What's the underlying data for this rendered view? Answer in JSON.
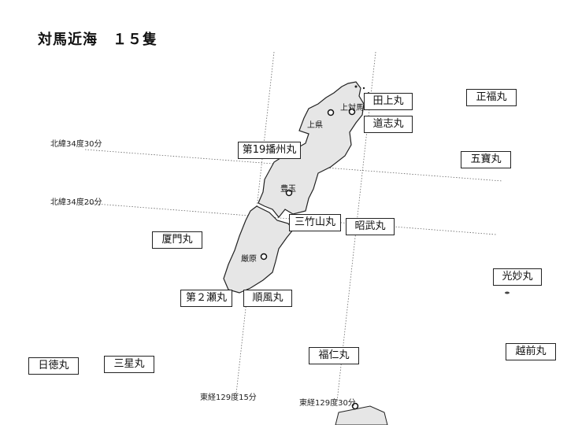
{
  "title": "対馬近海　１５隻",
  "gridlines": {
    "latitudes": [
      "北緯34度30分",
      "北緯34度20分"
    ],
    "longitudes": [
      "東経129度15分",
      "東経129度30分"
    ]
  },
  "places": [
    "上対馬",
    "上県",
    "豊玉",
    "厳原"
  ],
  "ships": [
    "田上丸",
    "正福丸",
    "道志丸",
    "五寶丸",
    "第19播州丸",
    "三竹山丸",
    "昭武丸",
    "厦門丸",
    "光妙丸",
    "第２瀬丸",
    "順風丸",
    "福仁丸",
    "越前丸",
    "日徳丸",
    "三星丸"
  ],
  "colors": {
    "land": "#e6e6e6",
    "coast": "#222222",
    "grid": "#666666"
  }
}
